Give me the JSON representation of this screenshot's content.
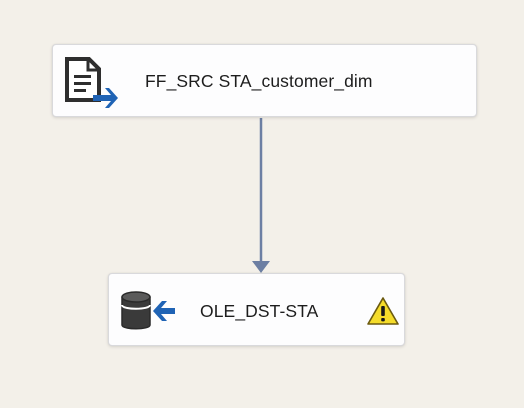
{
  "designer": {
    "title": "Data Flow",
    "components": [
      {
        "id": "src",
        "label": "FF_SRC STA_customer_dim",
        "icon": "flat-file-source-icon",
        "role": "source"
      },
      {
        "id": "dst",
        "label": "OLE_DST-STA",
        "icon": "ole-db-destination-icon",
        "role": "destination",
        "status_icon": "warning-icon"
      }
    ],
    "path": {
      "from": "FF_SRC STA_customer_dim",
      "to": "OLE_DST-STA",
      "color": "#6c7fa3"
    }
  },
  "colors": {
    "canvas_background": "#f3f0e9",
    "component_background": "#fdfdfe",
    "arrow_blue": "#1f63b5",
    "icon_dark": "#2e2e2e",
    "warning_yellow": "#f5dc2a"
  }
}
